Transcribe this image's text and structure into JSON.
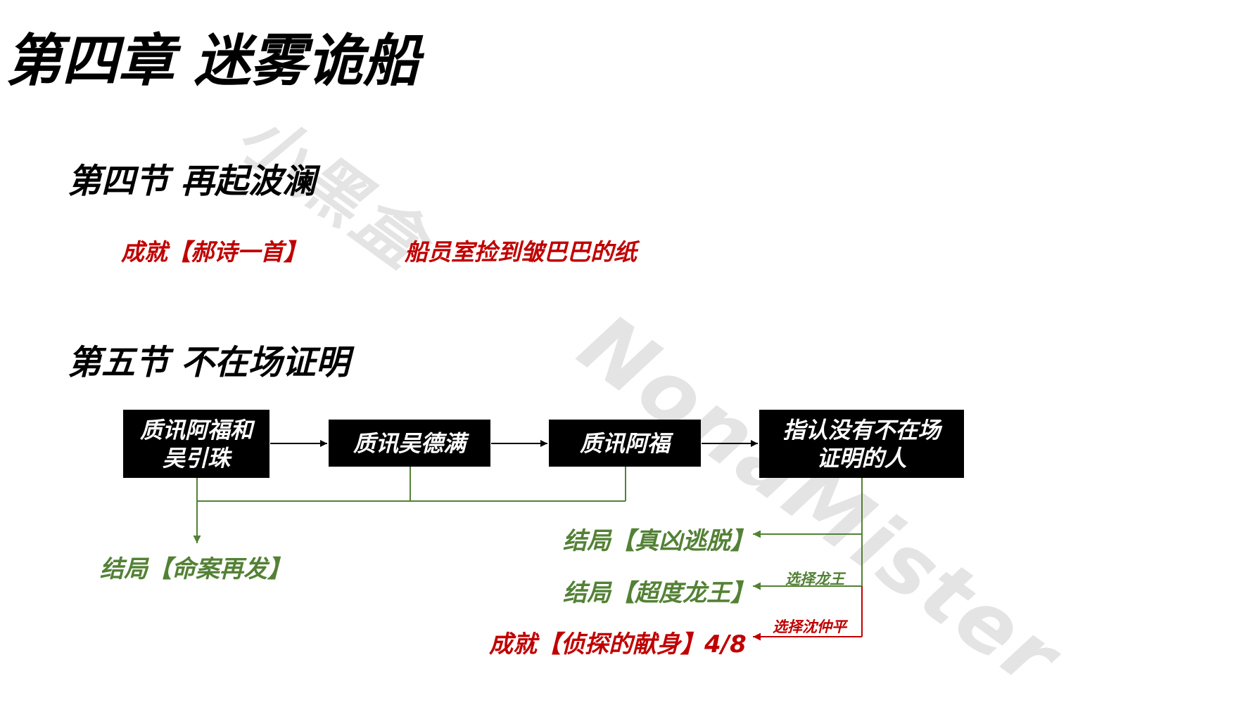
{
  "watermarks": {
    "brand": "小黑盒",
    "author": "NonaMister"
  },
  "chapter": {
    "title": "第四章 迷雾诡船"
  },
  "section4": {
    "title": "第四节 再起波澜",
    "achievement": "成就【郝诗一首】",
    "achievement_note": "船员室捡到皱巴巴的纸"
  },
  "section5": {
    "title": "第五节 不在场证明",
    "steps": [
      {
        "line1": "质讯阿福和",
        "line2": "吴引珠"
      },
      {
        "line1": "质讯吴德满"
      },
      {
        "line1": "质讯阿福"
      },
      {
        "line1": "指认没有不在场",
        "line2": "证明的人"
      }
    ],
    "endings": {
      "murder_again": "结局【命案再发】",
      "killer_escapes": "结局【真凶逃脱】",
      "dragon_king": "结局【超度龙王】"
    },
    "achievement": "成就【侦探的献身】4/8",
    "choices": {
      "choose_dragon_king": "选择龙王",
      "choose_shen": "选择沈仲平"
    }
  },
  "colors": {
    "background": "#ffffff",
    "title_text": "#000000",
    "achievement_red": "#c00000",
    "ending_green": "#538135",
    "box_fill": "#000000",
    "box_text": "#ffffff",
    "watermark": "#e4e4e4"
  }
}
